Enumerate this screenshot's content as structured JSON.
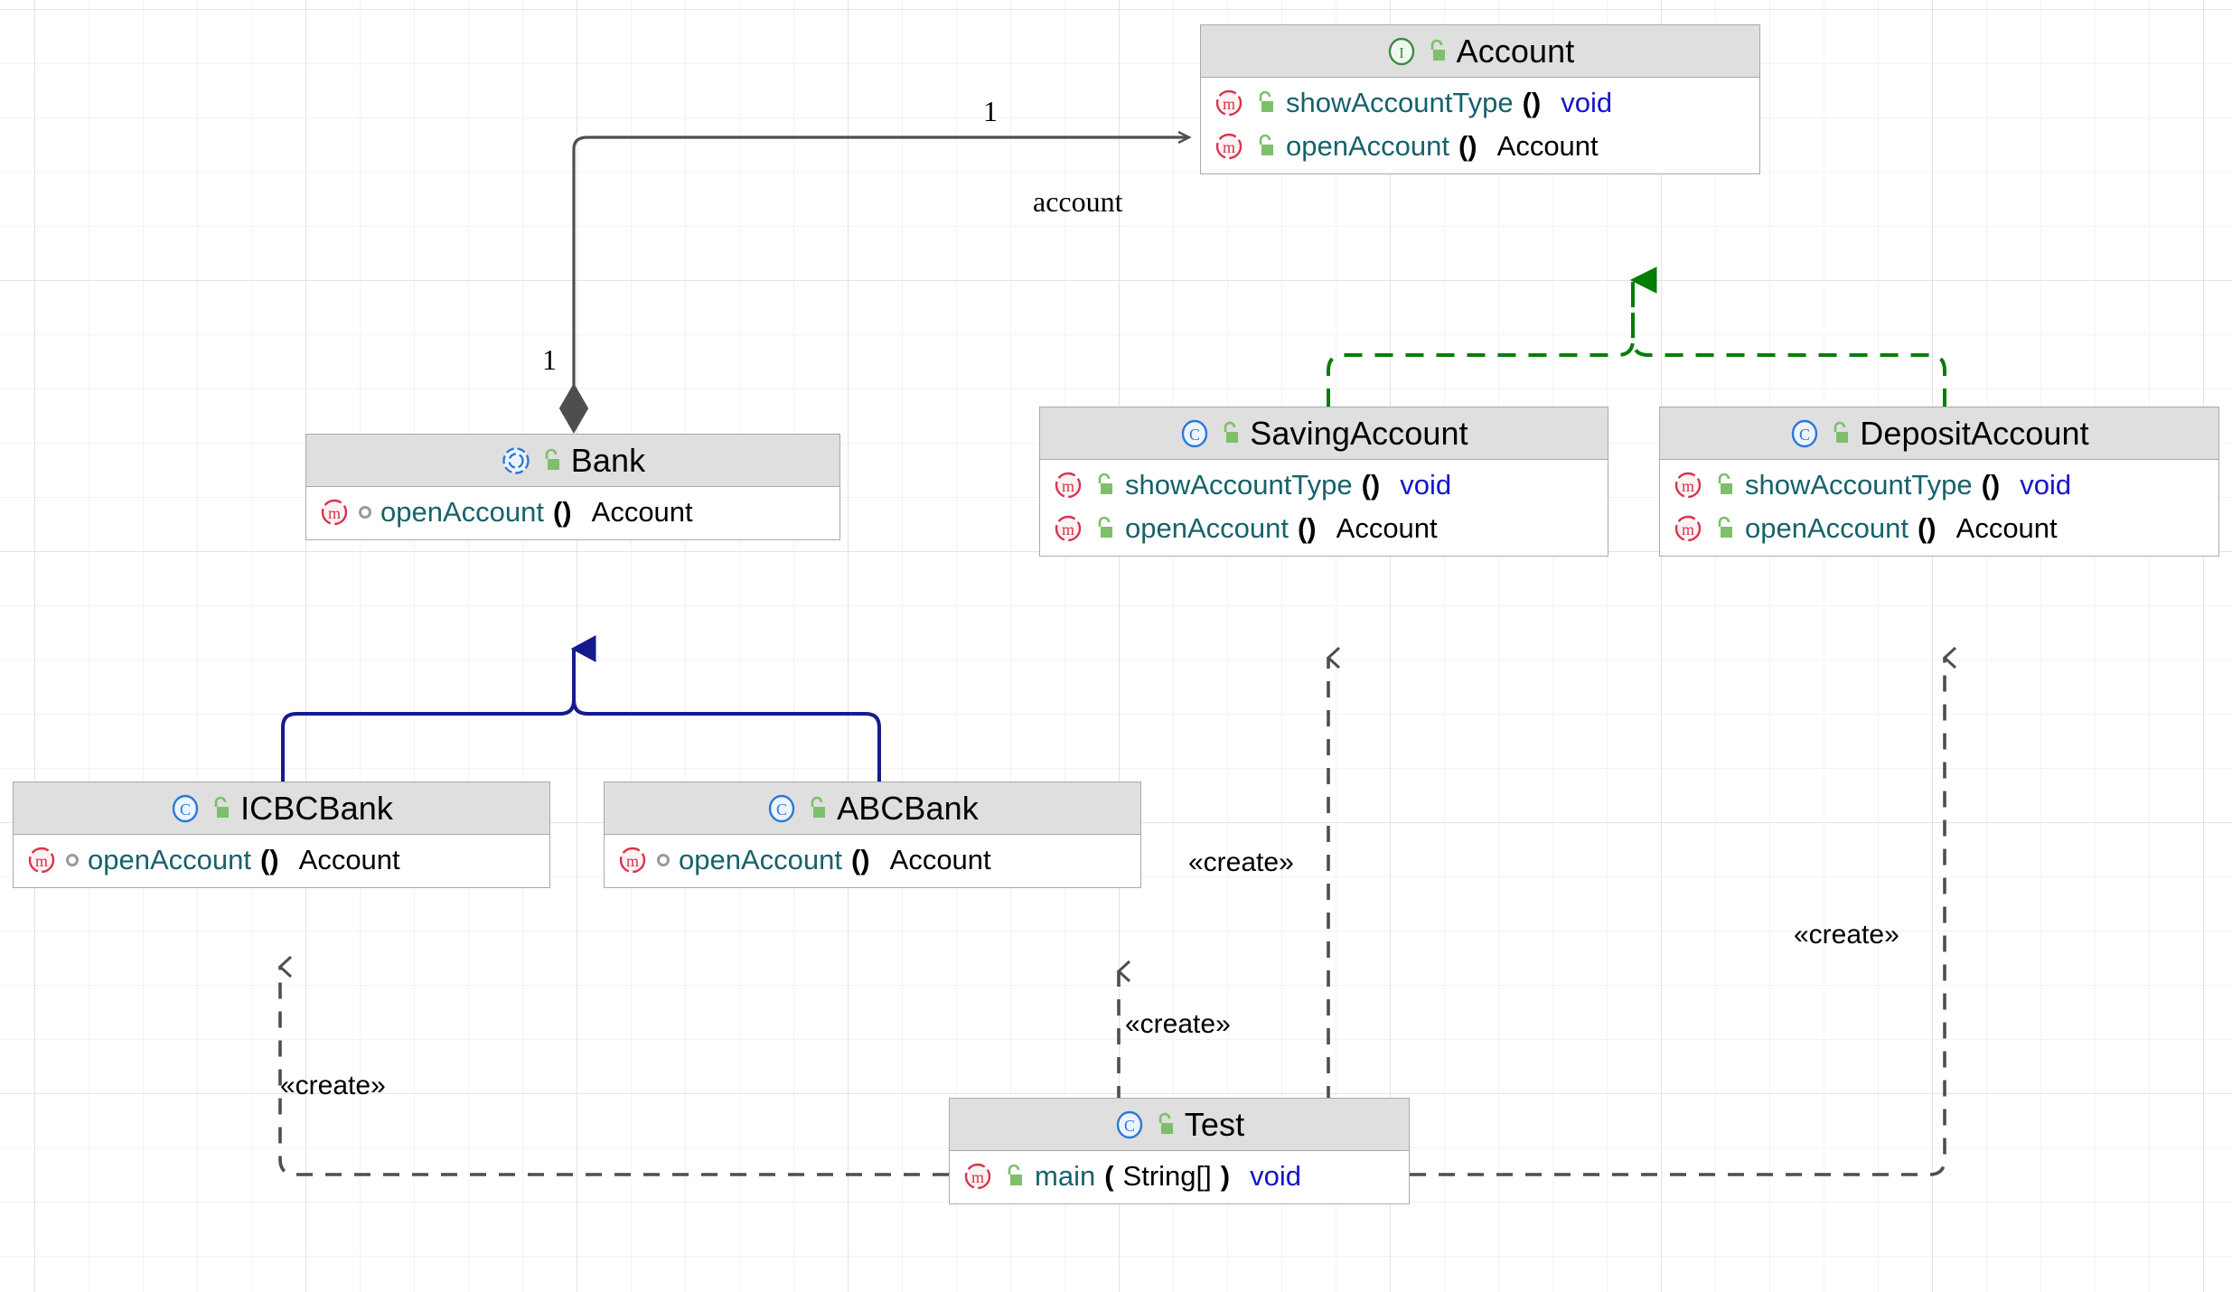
{
  "diagram": {
    "title": "UML class diagram",
    "background": "#ffffff",
    "grid_color": "#f3f3f3",
    "grid_major_color": "#e3e3e3"
  },
  "colors": {
    "interface_icon": "#3a8c3f",
    "class_icon": "#2979d8",
    "method_icon": "#d8344a",
    "lock_public": "#7dbf6b",
    "header_bg": "#dfdfdf",
    "node_border": "#a9a9a9",
    "inheritance": "#151b8d",
    "realization": "#067d06",
    "dependency": "#4e4e4e",
    "composition": "#4e4e4e",
    "method_name": "#17626b",
    "return_void": "#1414cc",
    "return_object": "#000000"
  },
  "nodes": [
    {
      "id": "account",
      "name": "Account",
      "kind": "interface",
      "kind_icon": "interface-icon",
      "visibility_icon": "unlocked-public-icon",
      "members": [
        {
          "icon": "method-icon",
          "visibility_icon": "unlocked-public-icon",
          "visibility": "public",
          "name": "showAccountType",
          "parens": "()",
          "args": "",
          "type": "void",
          "type_kind": "void"
        },
        {
          "icon": "method-icon",
          "visibility_icon": "unlocked-public-icon",
          "visibility": "public",
          "name": "openAccount",
          "parens": "()",
          "args": "",
          "type": "Account",
          "type_kind": "object"
        }
      ]
    },
    {
      "id": "bank",
      "name": "Bank",
      "kind": "abstract-class",
      "kind_icon": "abstract-class-icon",
      "visibility_icon": "unlocked-public-icon",
      "members": [
        {
          "icon": "method-icon",
          "visibility_icon": "protected-dot-icon",
          "visibility": "protected",
          "name": "openAccount",
          "parens": "()",
          "args": "",
          "type": "Account",
          "type_kind": "object"
        }
      ]
    },
    {
      "id": "savingaccount",
      "name": "SavingAccount",
      "kind": "class",
      "kind_icon": "class-icon",
      "visibility_icon": "unlocked-public-icon",
      "members": [
        {
          "icon": "method-icon",
          "visibility_icon": "unlocked-public-icon",
          "visibility": "public",
          "name": "showAccountType",
          "parens": "()",
          "args": "",
          "type": "void",
          "type_kind": "void"
        },
        {
          "icon": "method-icon",
          "visibility_icon": "unlocked-public-icon",
          "visibility": "public",
          "name": "openAccount",
          "parens": "()",
          "args": "",
          "type": "Account",
          "type_kind": "object"
        }
      ]
    },
    {
      "id": "depositaccount",
      "name": "DepositAccount",
      "kind": "class",
      "kind_icon": "class-icon",
      "visibility_icon": "unlocked-public-icon",
      "members": [
        {
          "icon": "method-icon",
          "visibility_icon": "unlocked-public-icon",
          "visibility": "public",
          "name": "showAccountType",
          "parens": "()",
          "args": "",
          "type": "void",
          "type_kind": "void"
        },
        {
          "icon": "method-icon",
          "visibility_icon": "unlocked-public-icon",
          "visibility": "public",
          "name": "openAccount",
          "parens": "()",
          "args": "",
          "type": "Account",
          "type_kind": "object"
        }
      ]
    },
    {
      "id": "icbcbank",
      "name": "ICBCBank",
      "kind": "class",
      "kind_icon": "class-icon",
      "visibility_icon": "unlocked-public-icon",
      "members": [
        {
          "icon": "method-icon",
          "visibility_icon": "protected-dot-icon",
          "visibility": "protected",
          "name": "openAccount",
          "parens": "()",
          "args": "",
          "type": "Account",
          "type_kind": "object"
        }
      ]
    },
    {
      "id": "abcbank",
      "name": "ABCBank",
      "kind": "class",
      "kind_icon": "class-icon",
      "visibility_icon": "unlocked-public-icon",
      "members": [
        {
          "icon": "method-icon",
          "visibility_icon": "protected-dot-icon",
          "visibility": "protected",
          "name": "openAccount",
          "parens": "()",
          "args": "",
          "type": "Account",
          "type_kind": "object"
        }
      ]
    },
    {
      "id": "test",
      "name": "Test",
      "kind": "class",
      "kind_icon": "class-icon",
      "visibility_icon": "unlocked-public-icon",
      "members": [
        {
          "icon": "method-icon",
          "visibility_icon": "unlocked-public-icon",
          "visibility": "public",
          "name": "main",
          "parens_open": "(",
          "args": "String[]",
          "parens_close": ")",
          "parens": "(String[])",
          "type": "void",
          "type_kind": "void"
        }
      ]
    }
  ],
  "edges": [
    {
      "id": "bank-account",
      "type": "composition",
      "from": "bank",
      "to": "account",
      "source_multiplicity": "1",
      "target_multiplicity": "1",
      "role_label": "account"
    },
    {
      "id": "icbcbank-bank",
      "type": "inheritance",
      "from": "icbcbank",
      "to": "bank",
      "label": ""
    },
    {
      "id": "abcbank-bank",
      "type": "inheritance",
      "from": "abcbank",
      "to": "bank",
      "label": ""
    },
    {
      "id": "savingaccount-account",
      "type": "realization",
      "from": "savingaccount",
      "to": "account",
      "label": ""
    },
    {
      "id": "depositaccount-account",
      "type": "realization",
      "from": "depositaccount",
      "to": "account",
      "label": ""
    },
    {
      "id": "test-icbcbank",
      "type": "dependency",
      "from": "test",
      "to": "icbcbank",
      "label": "«create»"
    },
    {
      "id": "test-abcbank",
      "type": "dependency",
      "from": "test",
      "to": "abcbank",
      "label": "«create»"
    },
    {
      "id": "test-savingaccount",
      "type": "dependency",
      "from": "test",
      "to": "savingaccount",
      "label": "«create»"
    },
    {
      "id": "test-depositaccount",
      "type": "dependency",
      "from": "test",
      "to": "depositaccount",
      "label": "«create»"
    }
  ],
  "edge_labels": {
    "mult_top": "1",
    "mult_bottom": "1",
    "role_account": "account",
    "create_icbc": "«create»",
    "create_abc": "«create»",
    "create_saving": "«create»",
    "create_deposit": "«create»"
  }
}
